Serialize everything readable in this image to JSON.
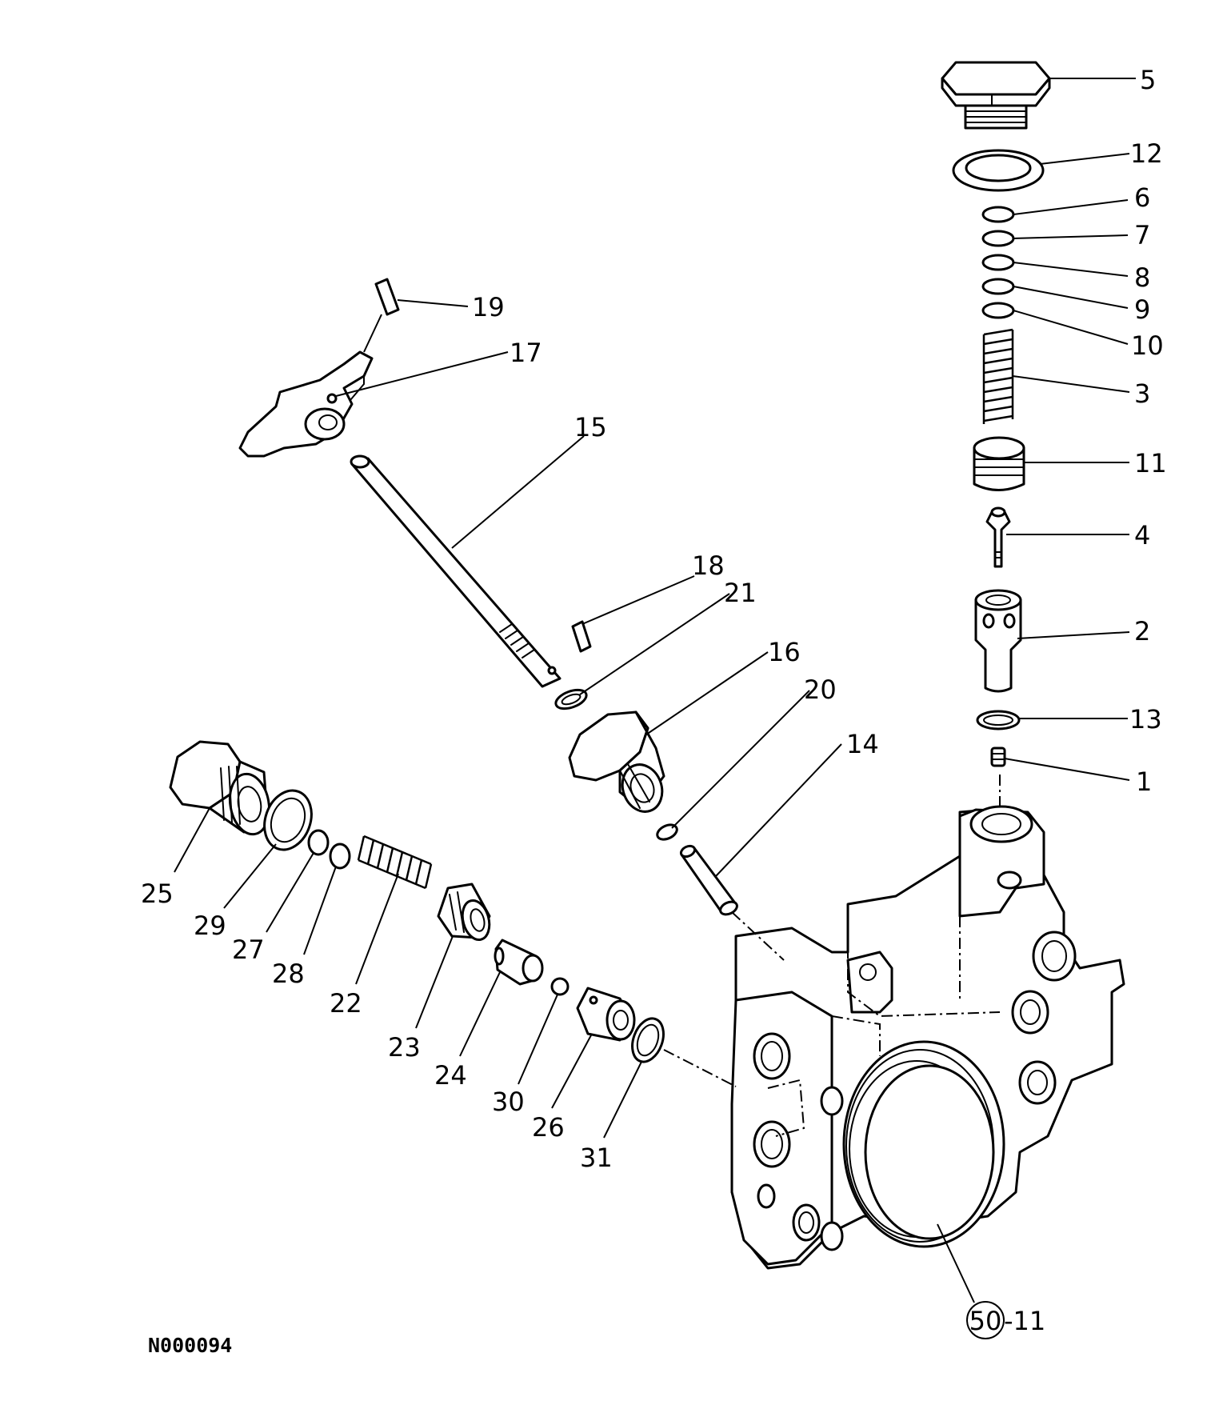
{
  "drawing_id": "N000094",
  "reference": {
    "circled": "50",
    "suffix": "-11"
  },
  "callouts": {
    "c1": "1",
    "c2": "2",
    "c3": "3",
    "c4": "4",
    "c5": "5",
    "c6": "6",
    "c7": "7",
    "c8": "8",
    "c9": "9",
    "c10": "10",
    "c11": "11",
    "c12": "12",
    "c13": "13",
    "c14": "14",
    "c15": "15",
    "c16": "16",
    "c17": "17",
    "c18": "18",
    "c19": "19",
    "c20": "20",
    "c21": "21",
    "c22": "22",
    "c23": "23",
    "c24": "24",
    "c25": "25",
    "c26": "26",
    "c27": "27",
    "c28": "28",
    "c29": "29",
    "c30": "30",
    "c31": "31"
  },
  "colors": {
    "line": "#000000",
    "paper": "#ffffff"
  }
}
